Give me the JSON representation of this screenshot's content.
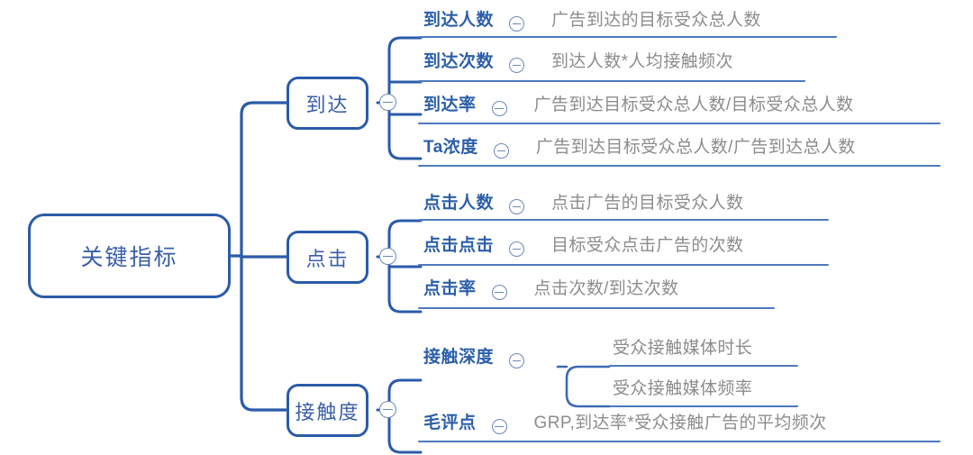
{
  "diagram": {
    "title": "关键指标",
    "type": "mind-map",
    "colors": {
      "node_border": "#2B5BA8",
      "node_text": "#3A5FA8",
      "leaf_label": "#2C5FA8",
      "leaf_desc": "#8C8C8C",
      "connector": "#2B5BA8",
      "underline": "#4F79BE",
      "icon": "#6E88B8",
      "background": "#FFFFFF"
    },
    "root": {
      "label": "关键指标"
    },
    "branches": [
      {
        "label": "到达",
        "collapse_icon": "minus-circle-icon",
        "children": [
          {
            "label": "到达人数",
            "icon": "minus-circle-icon",
            "desc": "广告到达的目标受众总人数"
          },
          {
            "label": "到达次数",
            "icon": "minus-circle-icon",
            "desc": "到达人数*人均接触频次"
          },
          {
            "label": "到达率",
            "icon": "minus-circle-icon",
            "desc": "广告到达目标受众总人数/目标受众总人数"
          },
          {
            "label": "Ta浓度",
            "icon": "minus-circle-icon",
            "desc": "广告到达目标受众总人数/广告到达总人数"
          }
        ]
      },
      {
        "label": "点击",
        "collapse_icon": "minus-circle-icon",
        "children": [
          {
            "label": "点击人数",
            "icon": "minus-circle-icon",
            "desc": "点击广告的目标受众人数"
          },
          {
            "label": "点击点击",
            "icon": "minus-circle-icon",
            "desc": "目标受众点击广告的次数"
          },
          {
            "label": "点击率",
            "icon": "minus-circle-icon",
            "desc": "点击次数/到达次数"
          }
        ]
      },
      {
        "label": "接触度",
        "collapse_icon": "minus-circle-icon",
        "children": [
          {
            "label": "接触深度",
            "icon": "minus-circle-icon",
            "desc": "",
            "subchildren": [
              {
                "label": "受众接触媒体时长"
              },
              {
                "label": "受众接触媒体频率"
              }
            ]
          },
          {
            "label": "毛评点",
            "icon": "minus-circle-icon",
            "desc": "GRP,到达率*受众接触广告的平均频次"
          }
        ]
      }
    ]
  }
}
